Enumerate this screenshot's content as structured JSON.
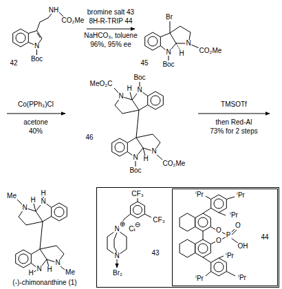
{
  "diagram": {
    "nodes": [
      {
        "text": [
          "CF₃",
          "CF₃",
          "N",
          "⊕",
          "Cl",
          "⊖",
          "N",
          "Br₂",
          "43"
        ]
      },
      {
        "text": [
          "ⁱPr",
          "ⁱPr",
          "ⁱPr",
          "O",
          "O",
          "P",
          "O",
          "OH",
          "ⁱPr",
          "ⁱPr",
          "ⁱPr",
          "44"
        ],
        "in": 0
      }
    ],
    "labels": [
      "NH",
      "CO₂Me",
      "N",
      "Boc",
      "42",
      "bromine salt 43",
      "8H-R-TRIP 44",
      "NaHCO₃, toluene",
      "96%, 95% ee",
      "Br",
      "N",
      "CO₂Me",
      "N",
      "H",
      "Boc",
      "45",
      "Co(PPh₃)Cl",
      "acetone",
      "40%",
      "Boc",
      "MeO₂C",
      "N",
      "H",
      "N",
      "N",
      "CO₂Me",
      "H",
      "N",
      "Boc",
      "46",
      "TMSOTf",
      "then Red-Al",
      "73% for 2 steps",
      "H",
      "N",
      "Me",
      "N",
      "H",
      "N",
      "H",
      "H",
      "N",
      "Me",
      "(-)-chimonanthine (1)"
    ]
  }
}
